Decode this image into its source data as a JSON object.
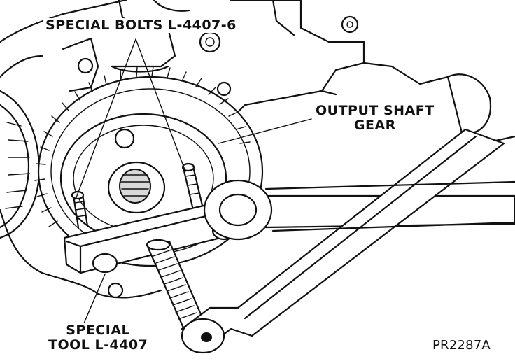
{
  "labels": {
    "special_bolts": "SPECIAL BOLTS L-4407-6",
    "output_shaft_line1": "OUTPUT SHAFT",
    "output_shaft_line2": "GEAR",
    "special_tool_line1": "SPECIAL",
    "special_tool_line2": "TOOL L-4407",
    "figure_ref": "PR2287A"
  }
}
